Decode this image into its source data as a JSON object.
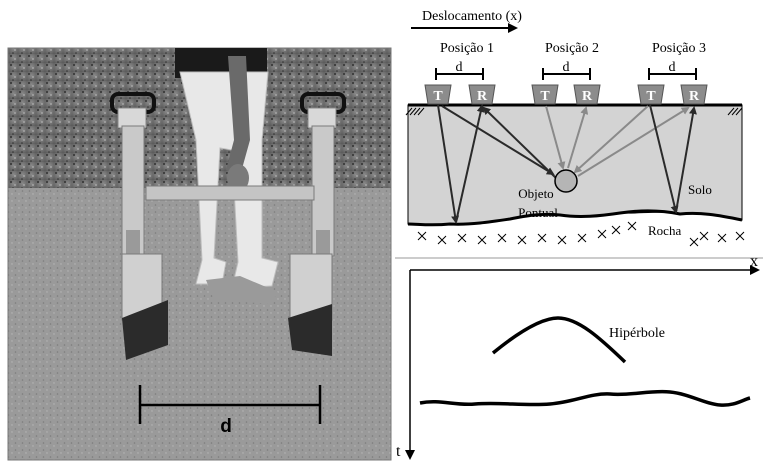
{
  "figure": {
    "header_label": "Deslocamento (x)",
    "positions": [
      "Posição 1",
      "Posição 2",
      "Posição 3"
    ],
    "distance_label": "d",
    "transmitter_label": "T",
    "receiver_label": "R",
    "object_label_line1": "Objeto",
    "object_label_line2": "Pontual",
    "soil_label": "Solo",
    "rock_label": "Rocha",
    "x_axis_label": "x",
    "t_axis_label": "t",
    "hyperbola_label": "Hipérbole",
    "photo_distance_label": "d"
  },
  "colors": {
    "soil_fill": "#d3d3d3",
    "antenna_fill": "#8c8c8c",
    "object_fill": "#b5b5b5",
    "ray_dark": "#2a2a2a",
    "ray_light": "#8a8a8a"
  }
}
